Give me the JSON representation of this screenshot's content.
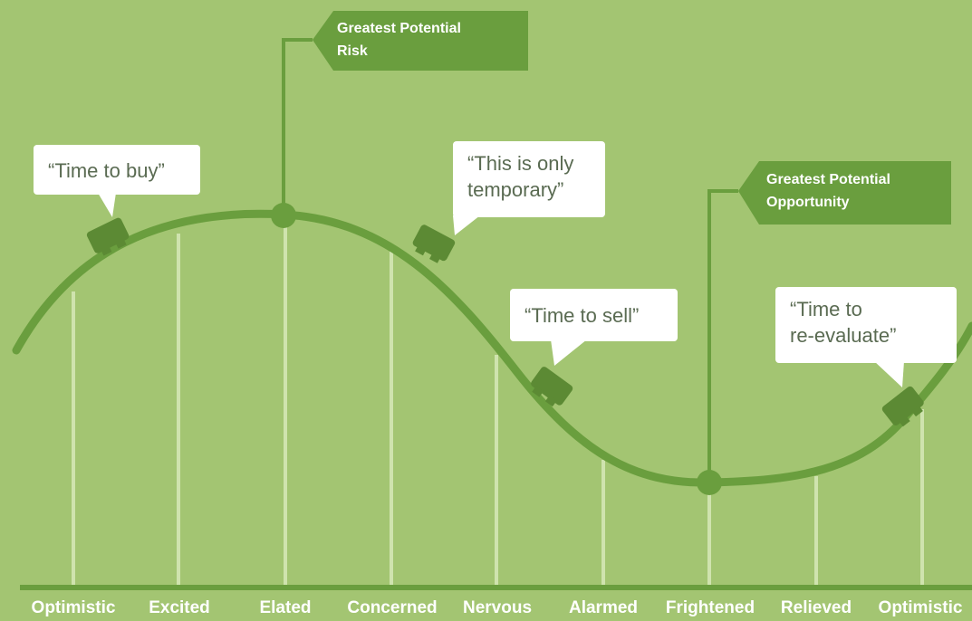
{
  "colors": {
    "background": "#a3c572",
    "curve": "#6a9e3e",
    "posts": "#cfe3ae",
    "flag": "#6a9e3e",
    "bubble": "#ffffff",
    "bubble_text": "#5a6b52",
    "label_text": "#ffffff"
  },
  "stages": [
    "Optimistic",
    "Excited",
    "Elated",
    "Concerned",
    "Nervous",
    "Alarmed",
    "Frightened",
    "Relieved",
    "Optimistic"
  ],
  "flags": {
    "risk": {
      "line1": "Greatest Potential",
      "line2": "Risk"
    },
    "opportunity": {
      "line1": "Greatest Potential",
      "line2": "Opportunity"
    }
  },
  "quotes": {
    "buy": {
      "line1": "“Time to buy”"
    },
    "temporary": {
      "line1": "“This is only",
      "line2": "temporary”"
    },
    "sell": {
      "line1": "“Time to sell”"
    },
    "reevaluate": {
      "line1": "“Time to",
      "line2": "re-evaluate”"
    }
  },
  "icons": [
    "roller-coaster-car-icon",
    "roller-coaster-car-icon",
    "roller-coaster-car-icon",
    "roller-coaster-car-icon"
  ]
}
